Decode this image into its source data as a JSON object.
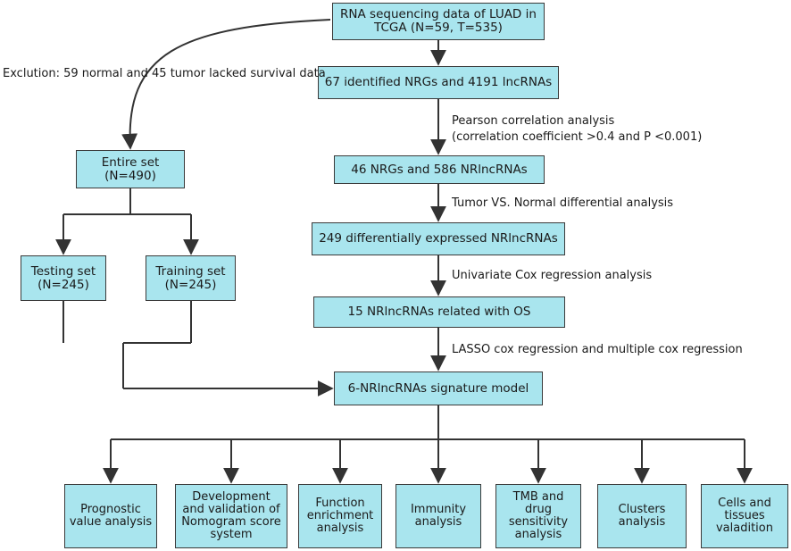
{
  "boxes": {
    "rna": "RNA sequencing data of LUAD in TCGA (N=59, T=535)",
    "nrgs": "67 identified NRGs and 4191 lncRNAs",
    "nrg46": "46 NRGs and 586 NRlncRNAs",
    "deg": "249 differentially expressed NRlncRNAs",
    "os": "15 NRlncRNAs related with OS",
    "model": "6-NRlncRNAs signature model",
    "entire": "Entire set (N=490)",
    "testing": "Testing set (N=245)",
    "training": "Training set (N=245)",
    "out1": "Prognostic value analysis",
    "out2": "Development and validation of Nomogram score system",
    "out3": "Function enrichment analysis",
    "out4": "Immunity analysis",
    "out5": "TMB and drug sensitivity analysis",
    "out6": "Clusters analysis",
    "out7": "Cells and tissues valadition"
  },
  "labels": {
    "exclusion": "Exclution: 59 normal and 45 tumor lacked survival data",
    "pearson1": "Pearson correlation analysis",
    "pearson2": "(correlation coefficient >0.4 and P <0.001)",
    "diff": "Tumor VS. Normal differential analysis",
    "univariate": "Univariate Cox regression analysis",
    "lasso": "LASSO cox regression and multiple cox regression"
  },
  "colors": {
    "box_fill": "#a9e5ee",
    "line": "#333333"
  }
}
